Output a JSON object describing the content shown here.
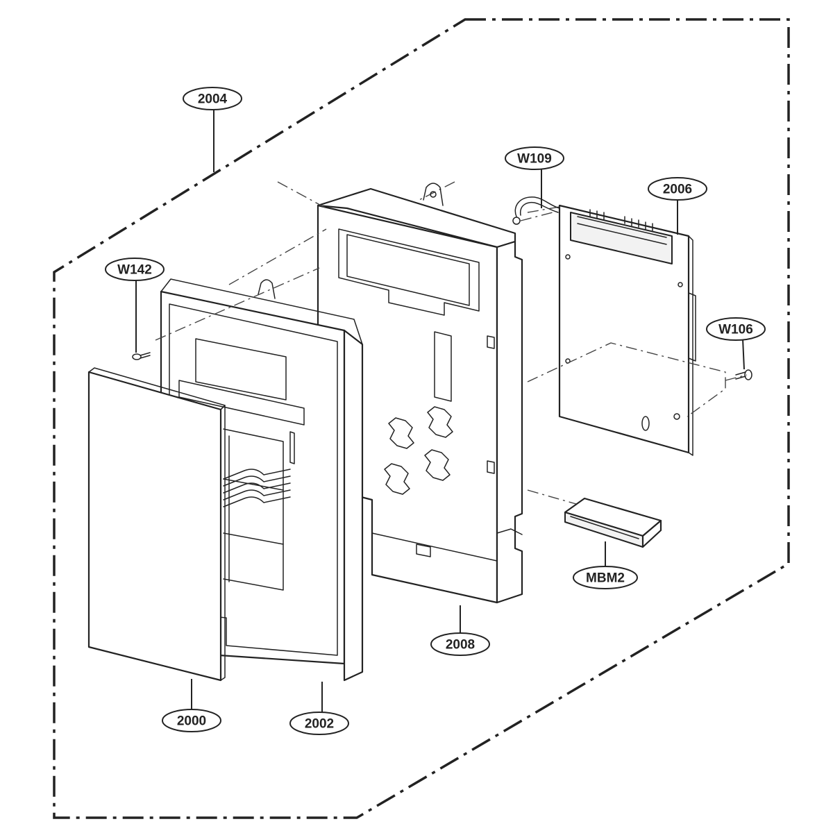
{
  "callouts": {
    "c2004": "2004",
    "c2006": "2006",
    "cW109": "W109",
    "cW142": "W142",
    "cW106": "W106",
    "cMBM2": "MBM2",
    "c2008": "2008",
    "c2000": "2000",
    "c2002": "2002"
  }
}
